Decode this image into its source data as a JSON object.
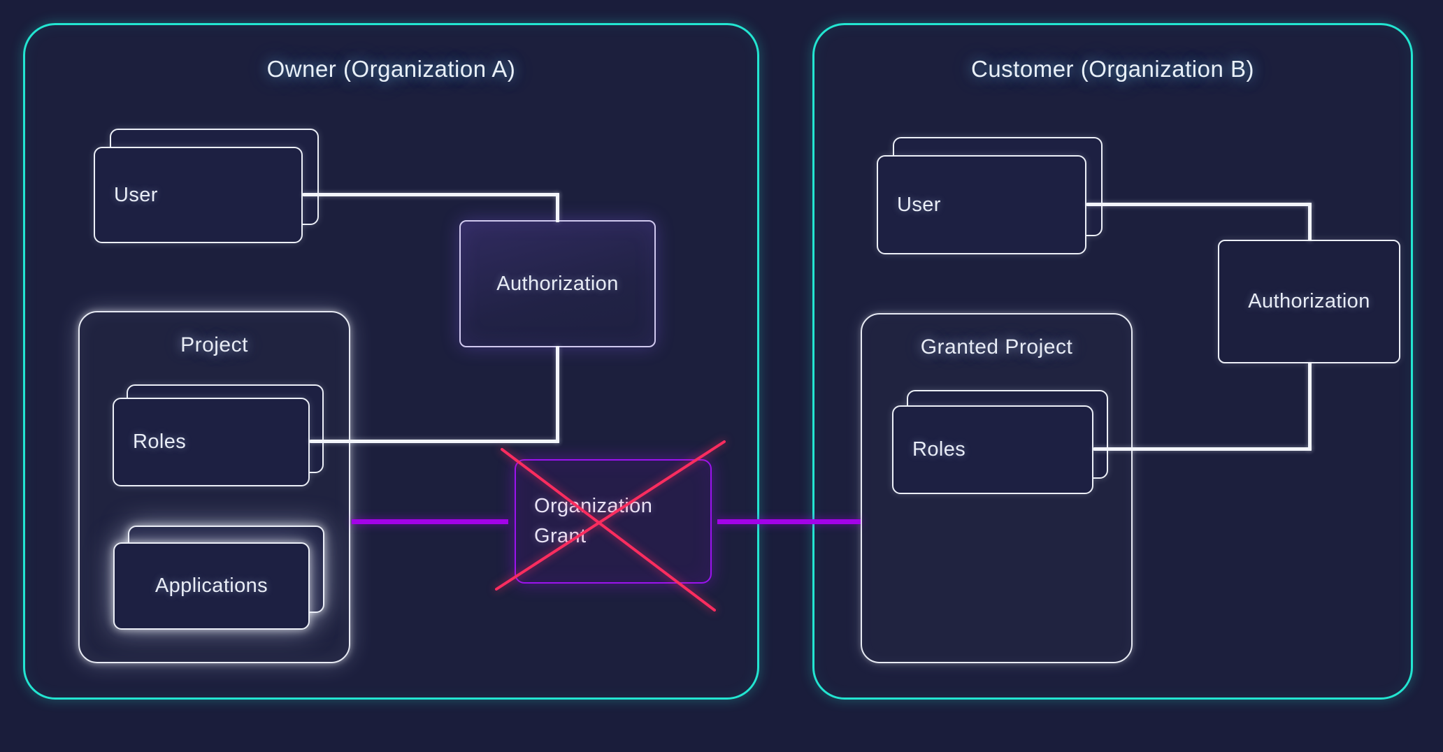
{
  "colors": {
    "bg": "#1a1d3b",
    "cardFill": "#1d2042",
    "cyan": "#23e5d1",
    "whiteLine": "#f3f5fb",
    "violet": "#a303e8",
    "grantPurple": "#9b13ef",
    "cross": "#fa2d5f",
    "lavender": "#d0c9ef",
    "text": "#e8ecf5"
  },
  "owner": {
    "title": "Owner (Organization A)",
    "user": "User",
    "authorization": "Authorization",
    "project": {
      "title": "Project",
      "roles": "Roles",
      "applications": "Applications"
    }
  },
  "customer": {
    "title": "Customer (Organization B)",
    "user": "User",
    "authorization": "Authorization",
    "granted_project": {
      "title": "Granted Project",
      "roles": "Roles"
    }
  },
  "grant": {
    "label": "Organization Grant"
  }
}
